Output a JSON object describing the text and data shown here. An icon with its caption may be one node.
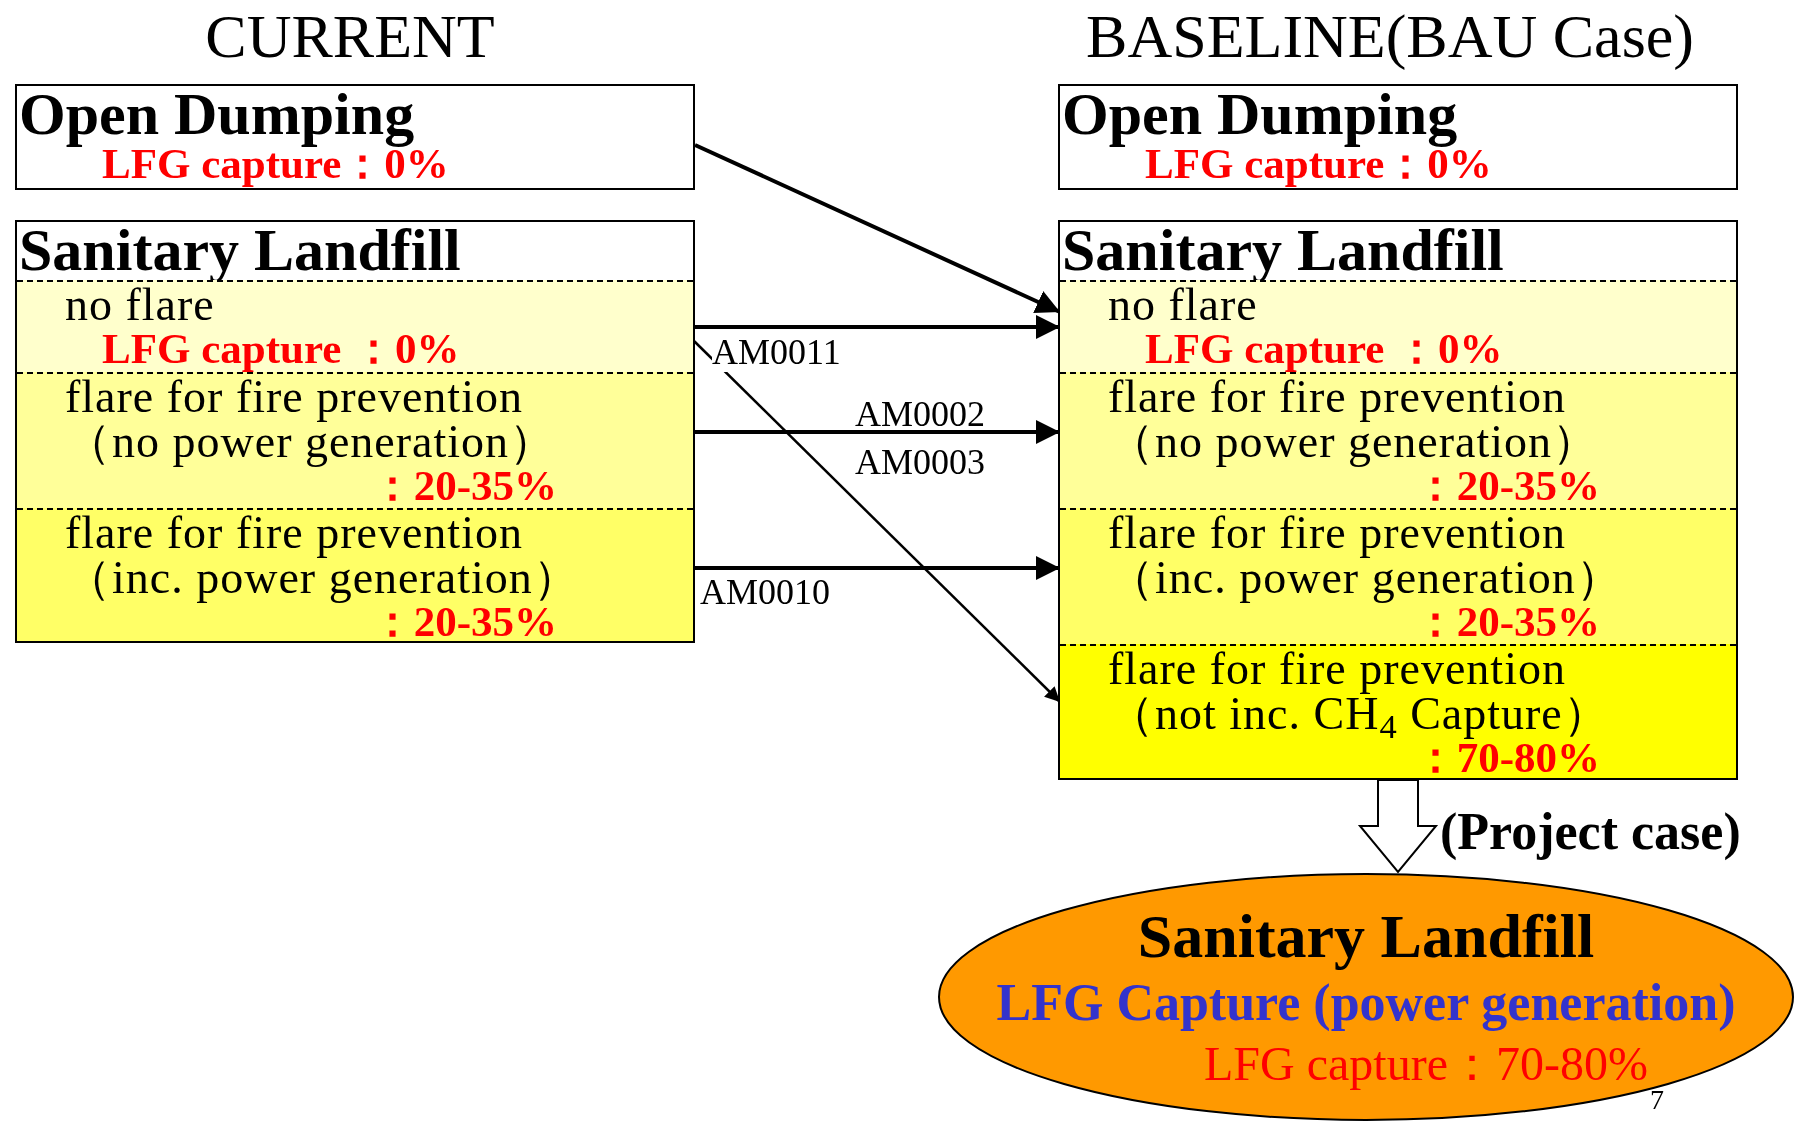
{
  "diagram": {
    "nodes": [
      {
        "text": [
          "Open Dumping",
          "LFG capture：0%"
        ]
      },
      {
        "text": [
          "Sanitary Landfill"
        ]
      },
      {
        "text": [
          "no flare",
          "LFG capture ：0%"
        ],
        "in": 1
      },
      {
        "text": [
          "flare for fire prevention （no power generation）",
          "：20-35%"
        ],
        "in": 1
      },
      {
        "text": [
          "flare for fire prevention （inc. power generation）",
          "：20-35%"
        ],
        "in": 1
      },
      {
        "text": [
          "Open Dumping",
          "LFG capture：0%"
        ]
      },
      {
        "text": [
          "Sanitary Landfill"
        ]
      },
      {
        "text": [
          "no flare",
          "LFG capture ：0%"
        ],
        "in": 6
      },
      {
        "text": [
          "flare for fire prevention （no power generation）",
          "：20-35%"
        ],
        "in": 6
      },
      {
        "text": [
          "flare for fire prevention （inc. power generation）",
          "：20-35%"
        ],
        "in": 6
      },
      {
        "text": [
          "flare for fire prevention （not inc. CH$_{4}$ Capture）",
          "：70-80%"
        ],
        "in": 6
      },
      {
        "text": [
          "Sanitary Landfill",
          "LFG Capture (power generation)",
          "LFG capture：70-80%"
        ]
      }
    ],
    "edges": [
      {
        "from": 0,
        "to": 7,
        "arrow": "to"
      },
      {
        "from": 2,
        "to": 7,
        "arrow": "to",
        "label": "AM0011"
      },
      {
        "from": 3,
        "to": 8,
        "arrow": "to",
        "label": "AM0002 AM0003"
      },
      {
        "from": 4,
        "to": 9,
        "arrow": "to",
        "label": "AM0010"
      },
      {
        "from": 2,
        "to": 10,
        "arrow": "to"
      },
      {
        "from": 6,
        "to": 11,
        "arrow": "to",
        "label": "(Project case)",
        "style": "thick"
      }
    ],
    "labels": [
      "CURRENT",
      "BASELINE(BAU Case)",
      "7"
    ]
  }
}
